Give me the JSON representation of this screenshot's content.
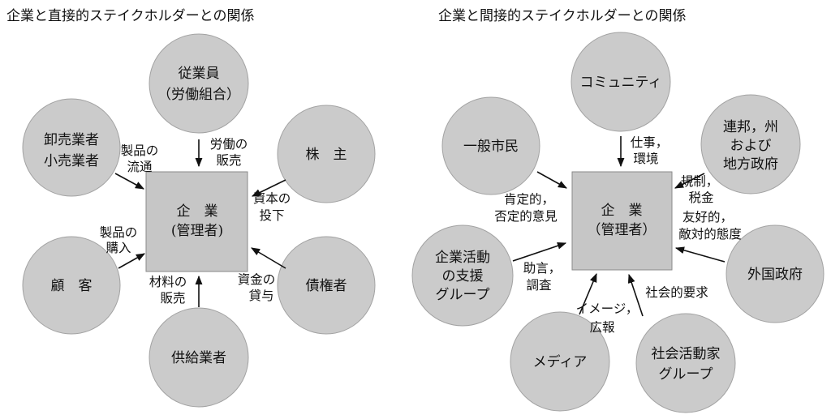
{
  "colors": {
    "circle_fill": "#cbcbcb",
    "square_fill": "#c6c6c6",
    "line": "#111111"
  },
  "left": {
    "title": "企業と直接的ステイクホルダーとの関係",
    "center": {
      "lines": [
        "企　業",
        "(管理者)"
      ]
    },
    "nodes": [
      {
        "lines": [
          "従業員",
          "（労働組合）"
        ]
      },
      {
        "lines": [
          "卸売業者",
          "小売業者"
        ]
      },
      {
        "lines": [
          "株　主"
        ]
      },
      {
        "lines": [
          "顧　客"
        ]
      },
      {
        "lines": [
          "債権者"
        ]
      },
      {
        "lines": [
          "供給業者"
        ]
      }
    ],
    "flows": [
      {
        "lines": [
          "労働の",
          "販売"
        ]
      },
      {
        "lines": [
          "製品の",
          "流通"
        ]
      },
      {
        "lines": [
          "資本の",
          "投下"
        ]
      },
      {
        "lines": [
          "製品の",
          "購入"
        ]
      },
      {
        "lines": [
          "資金の",
          "貸与"
        ]
      },
      {
        "lines": [
          "材料の",
          "販売"
        ]
      }
    ]
  },
  "right": {
    "title": "企業と間接的ステイクホルダーとの関係",
    "center": {
      "lines": [
        "企　業",
        "（管理者）"
      ]
    },
    "nodes": [
      {
        "lines": [
          "コミュニティ"
        ]
      },
      {
        "lines": [
          "一般市民"
        ]
      },
      {
        "lines": [
          "連邦，州",
          "および",
          "地方政府"
        ]
      },
      {
        "lines": [
          "企業活動",
          "の支援",
          "グループ"
        ]
      },
      {
        "lines": [
          "外国政府"
        ]
      },
      {
        "lines": [
          "メディア"
        ]
      },
      {
        "lines": [
          "社会活動家",
          "グループ"
        ]
      }
    ],
    "flows": [
      {
        "lines": [
          "仕事，",
          "環境"
        ]
      },
      {
        "lines": [
          "肯定的，",
          "否定的意見"
        ]
      },
      {
        "lines": [
          "規制，",
          "税金"
        ]
      },
      {
        "lines": [
          "友好的，",
          "敵対的態度"
        ]
      },
      {
        "lines": [
          "助言，",
          "調査"
        ]
      },
      {
        "lines": [
          "イメージ，",
          "広報"
        ]
      },
      {
        "lines": [
          "社会的要求"
        ]
      }
    ]
  }
}
